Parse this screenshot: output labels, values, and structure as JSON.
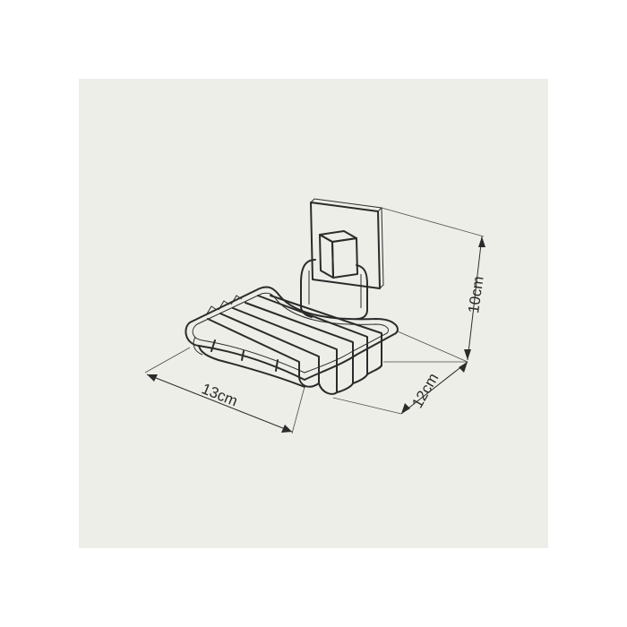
{
  "dimensions": {
    "width_label": "13cm",
    "depth_label": "12cm",
    "height_label": "10cm"
  },
  "colors": {
    "background": "#ffffff",
    "panel": "#eeeee8",
    "line": "#2b2b2b"
  }
}
